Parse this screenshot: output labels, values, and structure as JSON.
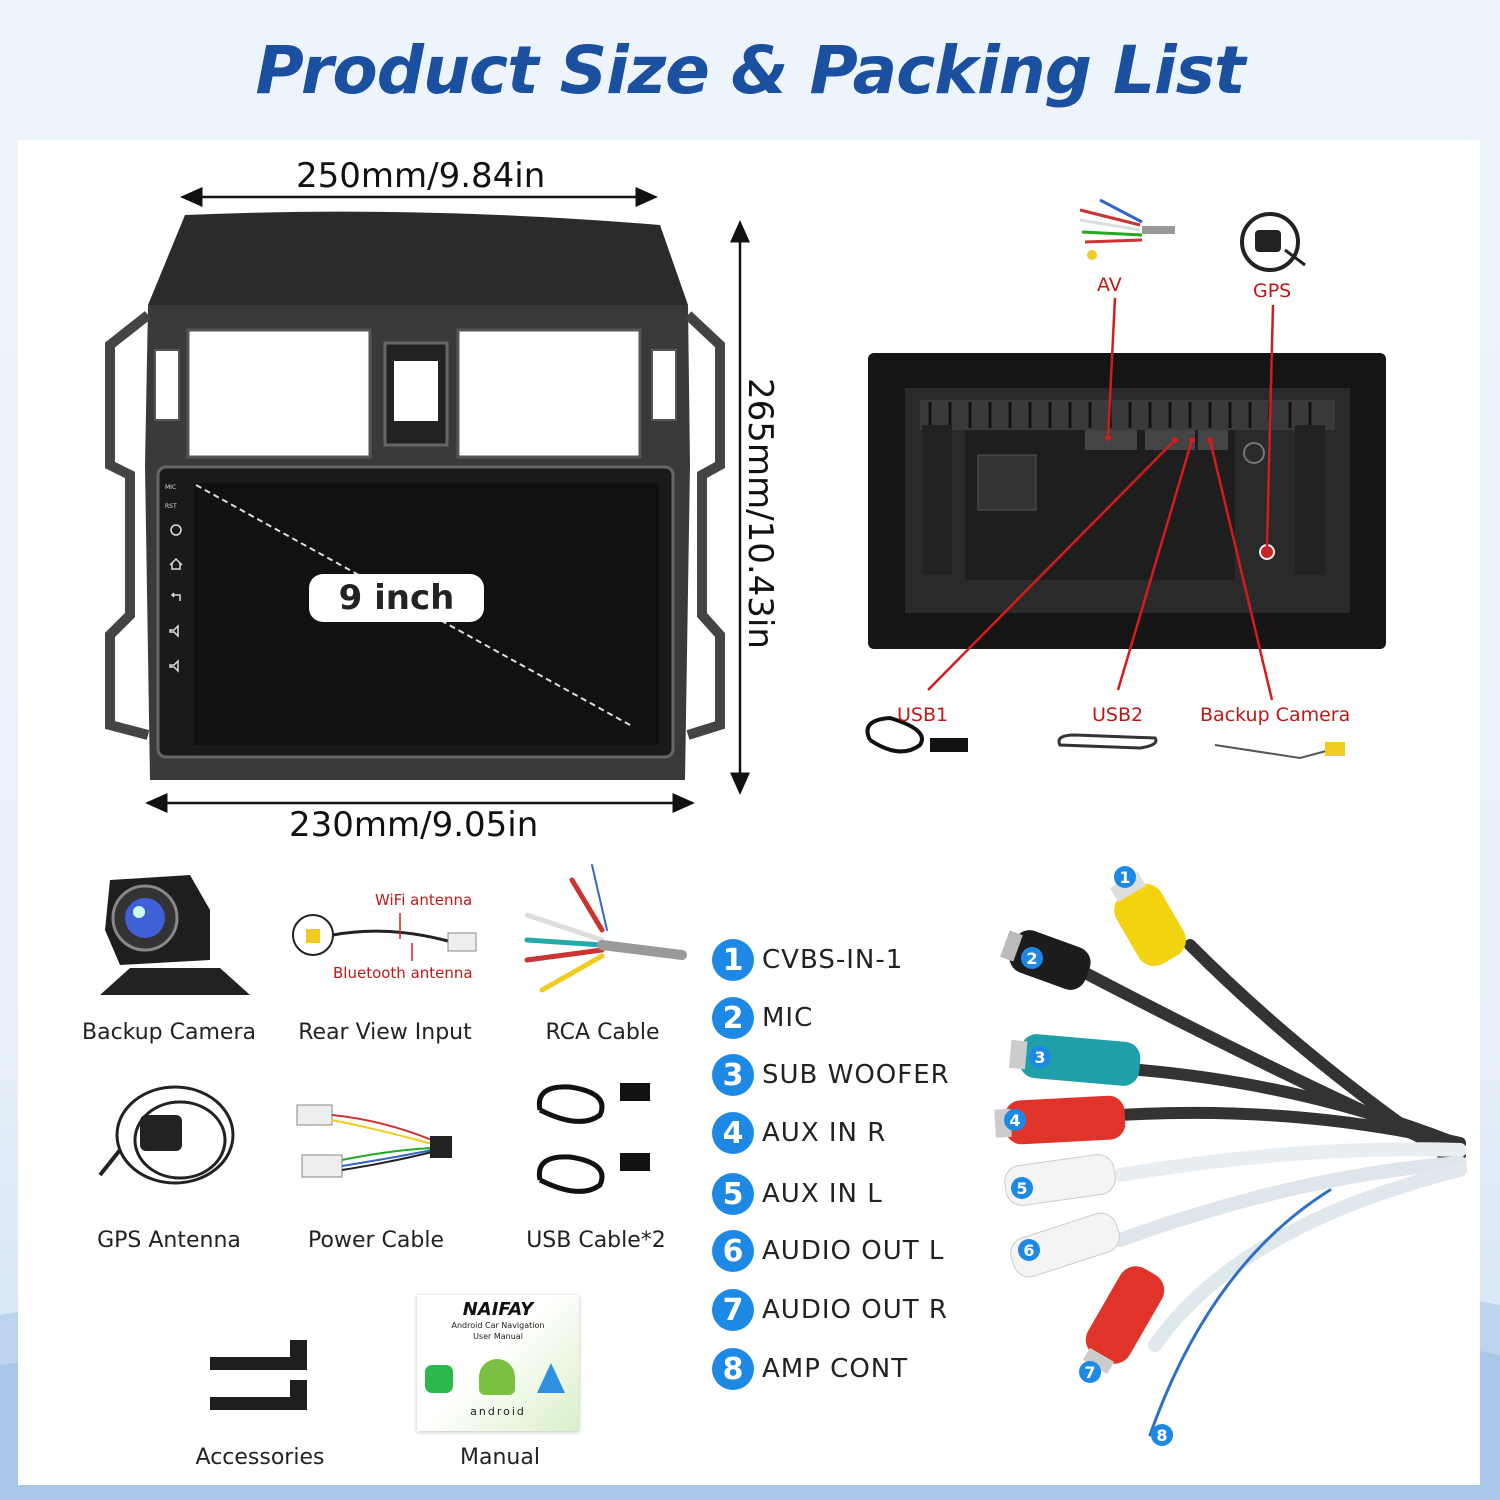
{
  "title": "Product Size & Packing List",
  "dimensions": {
    "width_top": "250mm/9.84in",
    "height": "265mm/10.43in",
    "width_bottom": "230mm/9.05in",
    "screen": "9 inch"
  },
  "unit_side_buttons": [
    "MIC",
    "RST"
  ],
  "back_labels": {
    "av": "AV",
    "gps": "GPS",
    "usb1": "USB1",
    "usb2": "USB2",
    "backup_camera": "Backup Camera"
  },
  "accessory_labels": {
    "wifi_antenna": "WiFi antenna",
    "bluetooth_antenna": "Bluetooth antenna"
  },
  "packing_items": [
    {
      "label": "Backup Camera"
    },
    {
      "label": "Rear View Input"
    },
    {
      "label": "RCA Cable"
    },
    {
      "label": "GPS Antenna"
    },
    {
      "label": "Power Cable"
    },
    {
      "label": "USB Cable*2"
    },
    {
      "label": "Accessories"
    },
    {
      "label": "Manual"
    }
  ],
  "manual": {
    "brand": "NAIFAY",
    "line1": "Android Car Navigation",
    "line2": "User Manual",
    "os": "android"
  },
  "rca_legend": [
    {
      "num": "1",
      "label": "CVBS-IN-1"
    },
    {
      "num": "2",
      "label": "MIC"
    },
    {
      "num": "3",
      "label": "SUB WOOFER"
    },
    {
      "num": "4",
      "label": "AUX IN R"
    },
    {
      "num": "5",
      "label": "AUX IN L"
    },
    {
      "num": "6",
      "label": "AUDIO OUT L"
    },
    {
      "num": "7",
      "label": "AUDIO OUT R"
    },
    {
      "num": "8",
      "label": "AMP CONT"
    }
  ],
  "colors": {
    "title": "#1b4fa0",
    "badge": "#1e88e5",
    "callout": "#c01818"
  }
}
